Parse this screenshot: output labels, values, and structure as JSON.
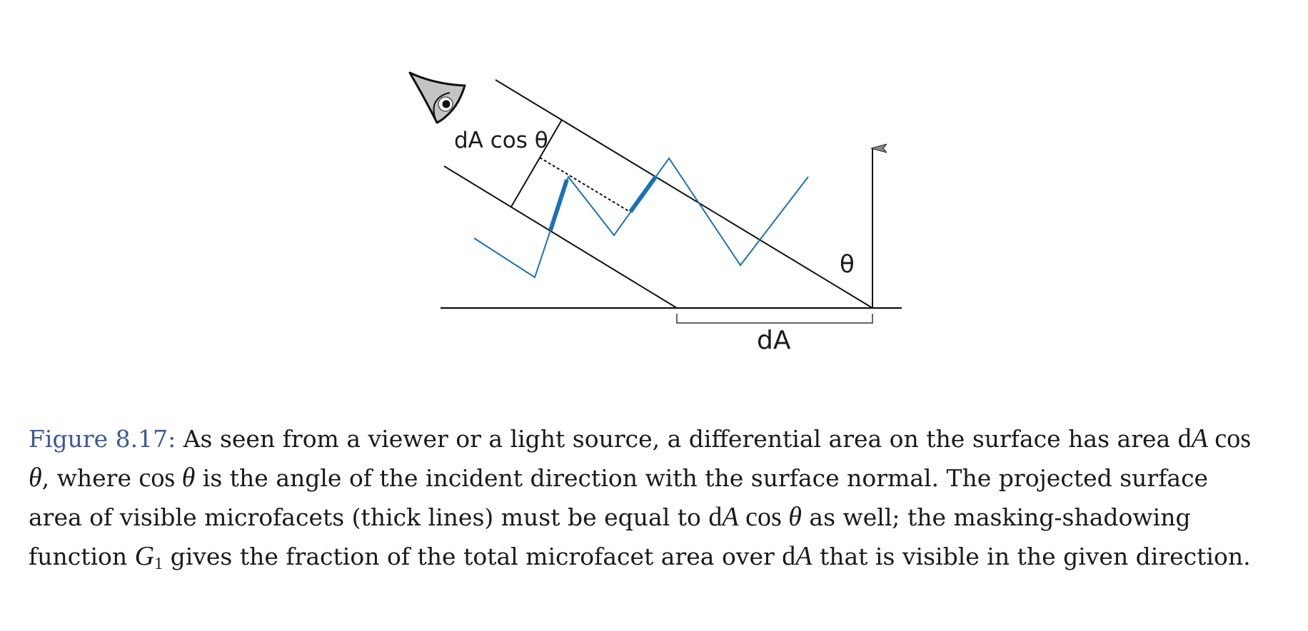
{
  "diagram": {
    "labels": {
      "projected_area": "dA cos θ",
      "angle": "θ",
      "area": "dA"
    },
    "colors": {
      "microfacet": "#1a72b8",
      "line": "#111111",
      "eye_fill": "#c4c4c4"
    }
  },
  "caption": {
    "figure_number": "Figure 8.17:",
    "part1": " As seen from a viewer or a light source, a differential area on the surface has area ",
    "math_dA": "d",
    "math_A": "A",
    "math_cos": " cos ",
    "math_theta": "θ",
    "part2": ", where ",
    "part3": " is the angle of the incident direction with the surface normal. The projected surface area of visible microfacets (thick lines) must be equal to ",
    "part4": " as well; the masking-shadowing function ",
    "math_G": "G",
    "math_G_sub": "1",
    "part5": " gives the fraction of the total microfacet area over ",
    "part6": " that is visible in the given direction."
  }
}
